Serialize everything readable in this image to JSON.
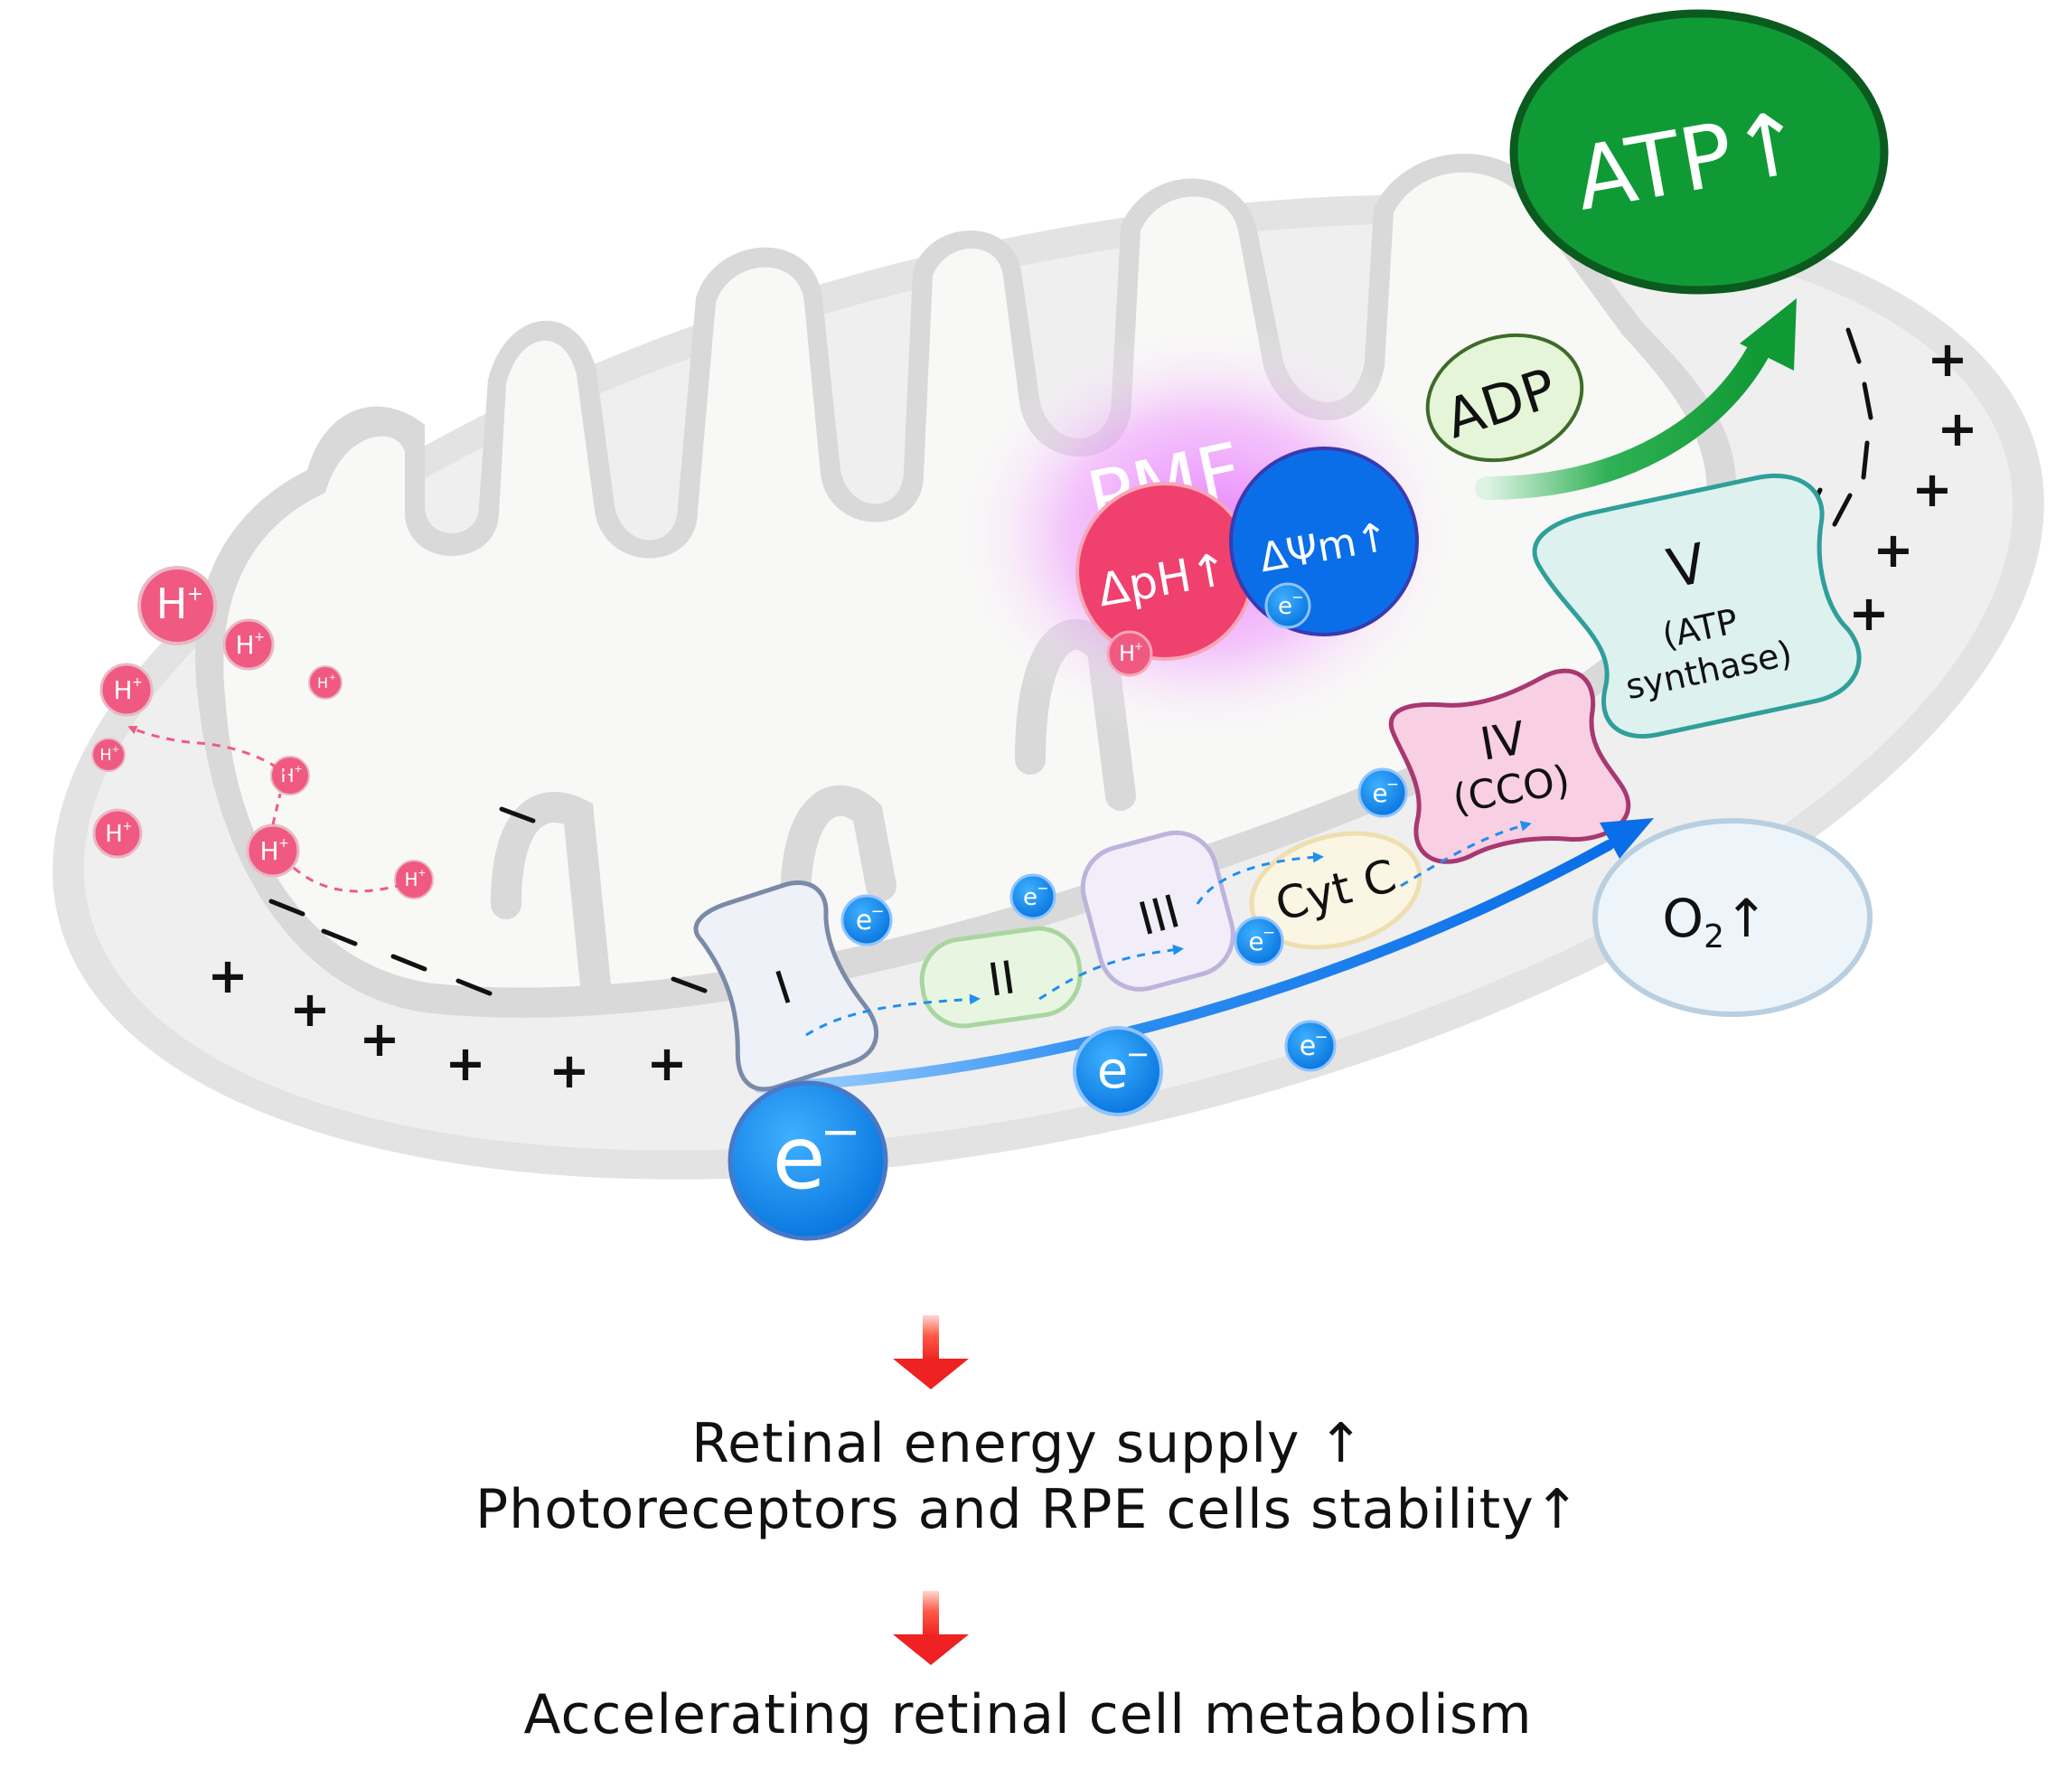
{
  "colors": {
    "proton": "#f05a82",
    "electron": "#1e8ff0",
    "atp": "#0f9a35",
    "pmf_glow": "#e676ff",
    "delta_ph": "#f0406e",
    "delta_psi": "#0a6ee8",
    "arrow_red": "#ee2222",
    "membrane": "#dcdcdc",
    "matrix": "#f7f7f5"
  },
  "icons": [
    "proton-icon",
    "electron-icon",
    "red-down-arrow-icon",
    "flow-arrow-icon"
  ],
  "labels": {
    "proton": "H",
    "proton_charge": "+",
    "electron": "e",
    "electron_charge": "−",
    "plus": "+",
    "complex_1": "I",
    "complex_2": "II",
    "complex_3": "III",
    "cyt_c": "Cyt C",
    "complex_4": "IV",
    "complex_4_sub": "(CCO)",
    "complex_5": "V",
    "complex_5_sub1": "(ATP",
    "complex_5_sub2": "synthase)",
    "pmf": "PMF",
    "delta_ph": "ΔpH↑",
    "delta_psi": "ΔΨm↑",
    "adp": "ADP",
    "atp": "ATP↑",
    "o2": "O",
    "o2_sub": "2",
    "o2_arrow": "↑"
  },
  "captions": {
    "line1": "Retinal energy supply ↑",
    "line2": "Photoreceptors and RPE cells stability↑",
    "line3": "Accelerating retinal cell metabolism"
  }
}
